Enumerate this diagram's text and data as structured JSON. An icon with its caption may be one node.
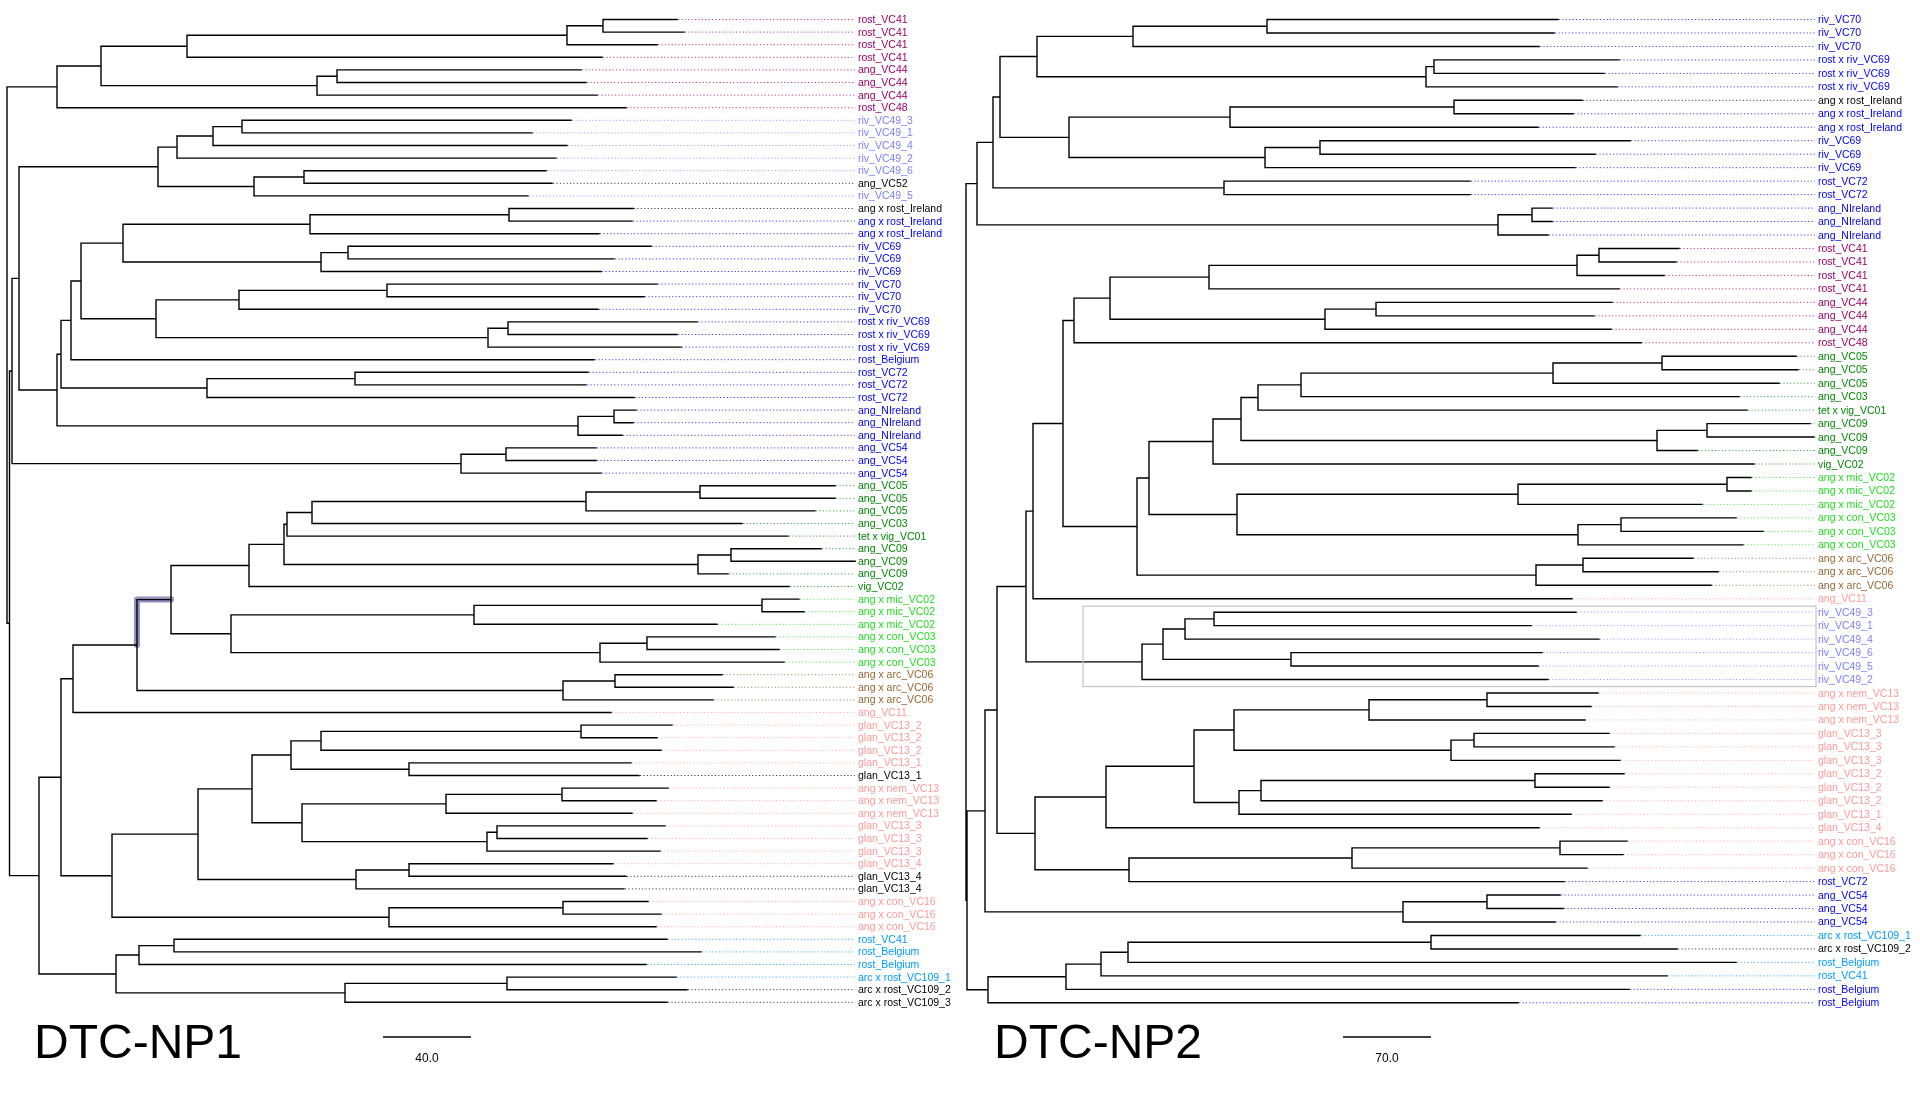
{
  "diagram": {
    "labels": [
      "rost_VC41",
      "rost_VC41",
      "rost_VC41",
      "rost_VC41",
      "ang_VC44",
      "ang_VC44",
      "ang_VC44",
      "rost_VC48",
      "riv_VC49_3",
      "riv_VC49_1",
      "riv_VC49_4",
      "riv_VC49_2",
      "riv_VC49_6",
      "ang_VC52",
      "riv_VC49_5",
      "ang x rost_Ireland",
      "ang x rost_Ireland",
      "ang x rost_Ireland",
      "riv_VC69",
      "riv_VC69",
      "riv_VC69",
      "riv_VC70",
      "riv_VC70",
      "riv_VC70",
      "rost x riv_VC69",
      "rost x riv_VC69",
      "rost x riv_VC69",
      "rost_Belgium",
      "rost_VC72",
      "rost_VC72",
      "rost_VC72",
      "ang_NIreland",
      "ang_NIreland",
      "ang_NIreland",
      "ang_VC54",
      "ang_VC54",
      "ang_VC54",
      "ang_VC05",
      "ang_VC05",
      "ang_VC05",
      "ang_VC03",
      "tet x vig_VC01",
      "ang_VC09",
      "ang_VC09",
      "ang_VC09",
      "vig_VC02",
      "ang x mic_VC02",
      "ang x mic_VC02",
      "ang x mic_VC02",
      "ang x con_VC03",
      "ang x con_VC03",
      "ang x con_VC03",
      "ang x arc_VC06",
      "ang x arc_VC06",
      "ang x arc_VC06",
      "ang_VC11",
      "glan_VC13_2",
      "glan_VC13_2",
      "glan_VC13_2",
      "glan_VC13_1",
      "glan_VC13_1",
      "ang x nem_VC13",
      "ang x nem_VC13",
      "ang x nem_VC13",
      "glan_VC13_3",
      "glan_VC13_3",
      "glan_VC13_3",
      "glan_VC13_4",
      "glan_VC13_4",
      "glan_VC13_4",
      "ang x con_VC16",
      "ang x con_VC16",
      "ang x con_VC16",
      "rost_VC41",
      "rost_Belgium",
      "rost_Belgium",
      "arc x rost_VC109_1",
      "arc x rost_VC109_2",
      "arc x rost_VC109_3",
      "DTC-NP1",
      "40.0",
      "riv_VC70",
      "riv_VC70",
      "riv_VC70",
      "rost x riv_VC69",
      "rost x riv_VC69",
      "rost x riv_VC69",
      "ang x rost_Ireland",
      "ang x rost_Ireland",
      "ang x rost_Ireland",
      "riv_VC69",
      "riv_VC69",
      "riv_VC69",
      "rost_VC72",
      "rost_VC72",
      "ang_NIreland",
      "ang_NIreland",
      "ang_NIreland",
      "rost_VC41",
      "rost_VC41",
      "rost_VC41",
      "rost_VC41",
      "ang_VC44",
      "ang_VC44",
      "ang_VC44",
      "rost_VC48",
      "ang_VC05",
      "ang_VC05",
      "ang_VC05",
      "ang_VC03",
      "tet x vig_VC01",
      "ang_VC09",
      "ang_VC09",
      "ang_VC09",
      "vig_VC02",
      "ang x mic_VC02",
      "ang x mic_VC02",
      "ang x mic_VC02",
      "ang x con_VC03",
      "ang x con_VC03",
      "ang x con_VC03",
      "ang x arc_VC06",
      "ang x arc_VC06",
      "ang x arc_VC06",
      "ang_VC11",
      "riv_VC49_3",
      "riv_VC49_1",
      "riv_VC49_4",
      "riv_VC49_6",
      "riv_VC49_5",
      "riv_VC49_2",
      "ang x nem_VC13",
      "ang x nem_VC13",
      "ang x nem_VC13",
      "glan_VC13_3",
      "glan_VC13_3",
      "glan_VC13_3",
      "glan_VC13_2",
      "glan_VC13_2",
      "glan_VC13_2",
      "glan_VC13_1",
      "glan_VC13_4",
      "ang x con_VC16",
      "ang x con_VC16",
      "ang x con_VC16",
      "rost_VC72",
      "ang_VC54",
      "ang_VC54",
      "ang_VC54",
      "arc x rost_VC109_1",
      "arc x rost_VC109_2",
      "rost_Belgium",
      "rost_VC41",
      "rost_Belgium",
      "rost_Belgium",
      "DTC-NP2",
      "70.0"
    ]
  }
}
